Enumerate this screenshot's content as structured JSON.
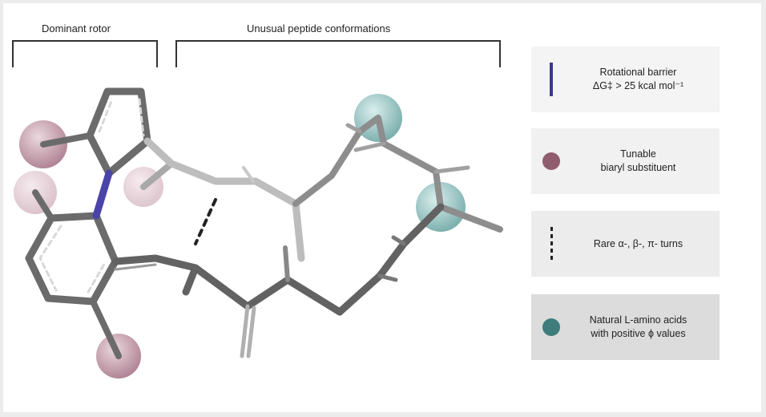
{
  "brackets": {
    "left_label": "Dominant rotor",
    "right_label": "Unusual peptide conformations"
  },
  "legend": {
    "barrier": {
      "line1": "Rotational barrier",
      "line2": "ΔG‡ > 25 kcal mol⁻¹",
      "mark_color": "#3d3a8c"
    },
    "substituent": {
      "line1": "Tunable",
      "line2": "biaryl substituent",
      "mark_color": "#8f5d6e"
    },
    "turns": {
      "line1": "Rare α-, β-, π- turns"
    },
    "amino": {
      "line1": "Natural L-amino acids",
      "line2": "with positive ϕ values",
      "mark_color": "#3e7d7b"
    }
  },
  "colors": {
    "bond_dark": "#5a5a5a",
    "bond_light": "#b5b5b5",
    "pink_sphere": "#b98b9a",
    "teal_sphere": "#7fb3b1",
    "axis_bond": "#4b44a8"
  }
}
